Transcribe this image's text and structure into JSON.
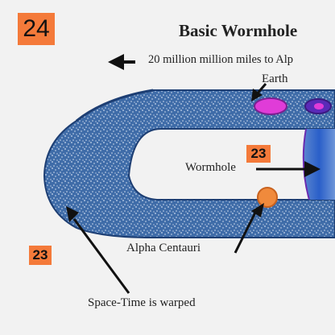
{
  "slide_number": "24",
  "title": "Basic Wormhole",
  "labels": {
    "distance": "20 million million miles to Alp",
    "earth": "Earth",
    "wormhole": "Wormhole",
    "alpha_centauri": "Alpha Centauri",
    "spacetime": "Space-Time is warped"
  },
  "markers": [
    "23",
    "23"
  ],
  "colors": {
    "spacetime_fill": "#3f6ca8",
    "throat_fill": "#2a5fc9",
    "earth": "#e03cd8",
    "alpha_centauri": "#f08a3c",
    "badge": "#f47a3a"
  }
}
